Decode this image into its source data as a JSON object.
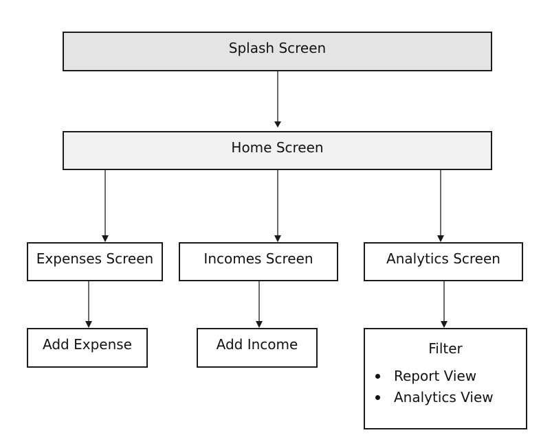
{
  "nodes": {
    "splash": "Splash Screen",
    "home": "Home Screen",
    "expenses": "Expenses Screen",
    "incomes": "Incomes Screen",
    "analytics": "Analytics Screen",
    "add_expense": "Add Expense",
    "add_income": "Add Income",
    "filter": {
      "title": "Filter",
      "items": [
        "Report View",
        "Analytics View"
      ]
    }
  },
  "edges": [
    {
      "from": "Splash Screen",
      "to": "Home Screen"
    },
    {
      "from": "Home Screen",
      "to": "Expenses Screen"
    },
    {
      "from": "Home Screen",
      "to": "Incomes Screen"
    },
    {
      "from": "Home Screen",
      "to": "Analytics Screen"
    },
    {
      "from": "Expenses Screen",
      "to": "Add Expense"
    },
    {
      "from": "Incomes Screen",
      "to": "Add Income"
    },
    {
      "from": "Analytics Screen",
      "to": "Filter"
    }
  ]
}
